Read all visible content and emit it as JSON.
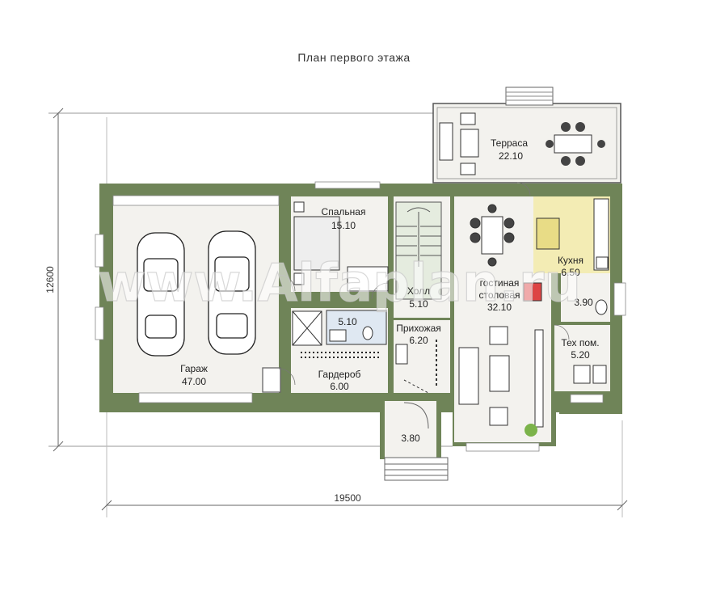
{
  "title": "План первого этажа",
  "rooms": {
    "terrace": {
      "name": "Терраса",
      "area": "22.10"
    },
    "bedroom": {
      "name": "Спальная",
      "area": "15.10"
    },
    "kitchen": {
      "name": "Кухня",
      "area": "6.50"
    },
    "garage": {
      "name": "Гараж",
      "area": "47.00"
    },
    "hall": {
      "name": "Холл",
      "area": "5.10"
    },
    "living": {
      "name": "Гостиная-столовая",
      "line1": "гостиная",
      "line2": "столовая",
      "area": "32.10"
    },
    "bath": {
      "area": "5.10"
    },
    "entry": {
      "name": "Прихожая",
      "area": "6.20"
    },
    "wardrobe": {
      "name": "Гардероб",
      "area": "6.00"
    },
    "tech": {
      "name": "Тех пом.",
      "area": "5.20"
    },
    "wc": {
      "area": "3.90"
    },
    "porch": {
      "area": "3.80"
    }
  },
  "dimensions": {
    "width": "19500",
    "depth": "12600"
  },
  "watermark": "www.Alfaplan.ru",
  "colors": {
    "wall": "#6f8458",
    "floor": "#f3f2ee",
    "kitchen": "#f3ecb4",
    "line": "#555555"
  }
}
